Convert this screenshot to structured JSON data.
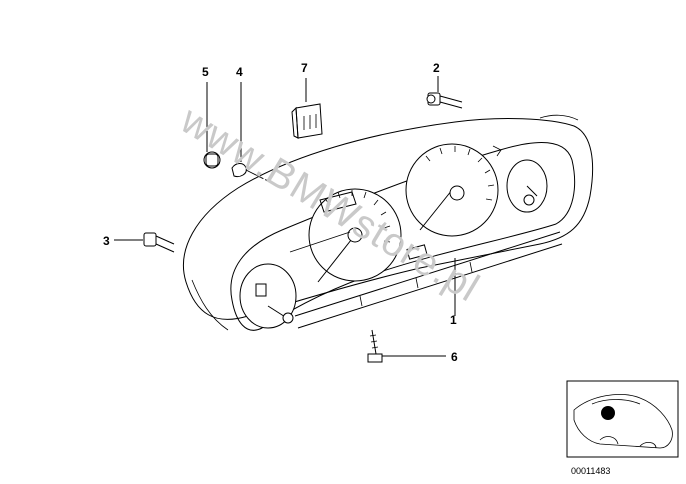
{
  "watermark": "www.BMWstore.pl",
  "reference_number": "00011483",
  "callouts": [
    "1",
    "2",
    "3",
    "4",
    "5",
    "6",
    "7"
  ],
  "icons": {
    "cluster": "instrument-cluster-icon",
    "bulb_holder": "bulb-holder-icon",
    "bulb": "bulb-icon",
    "connector": "connector-icon",
    "screw": "screw-icon",
    "car_thumbnail": "car-location-icon"
  }
}
